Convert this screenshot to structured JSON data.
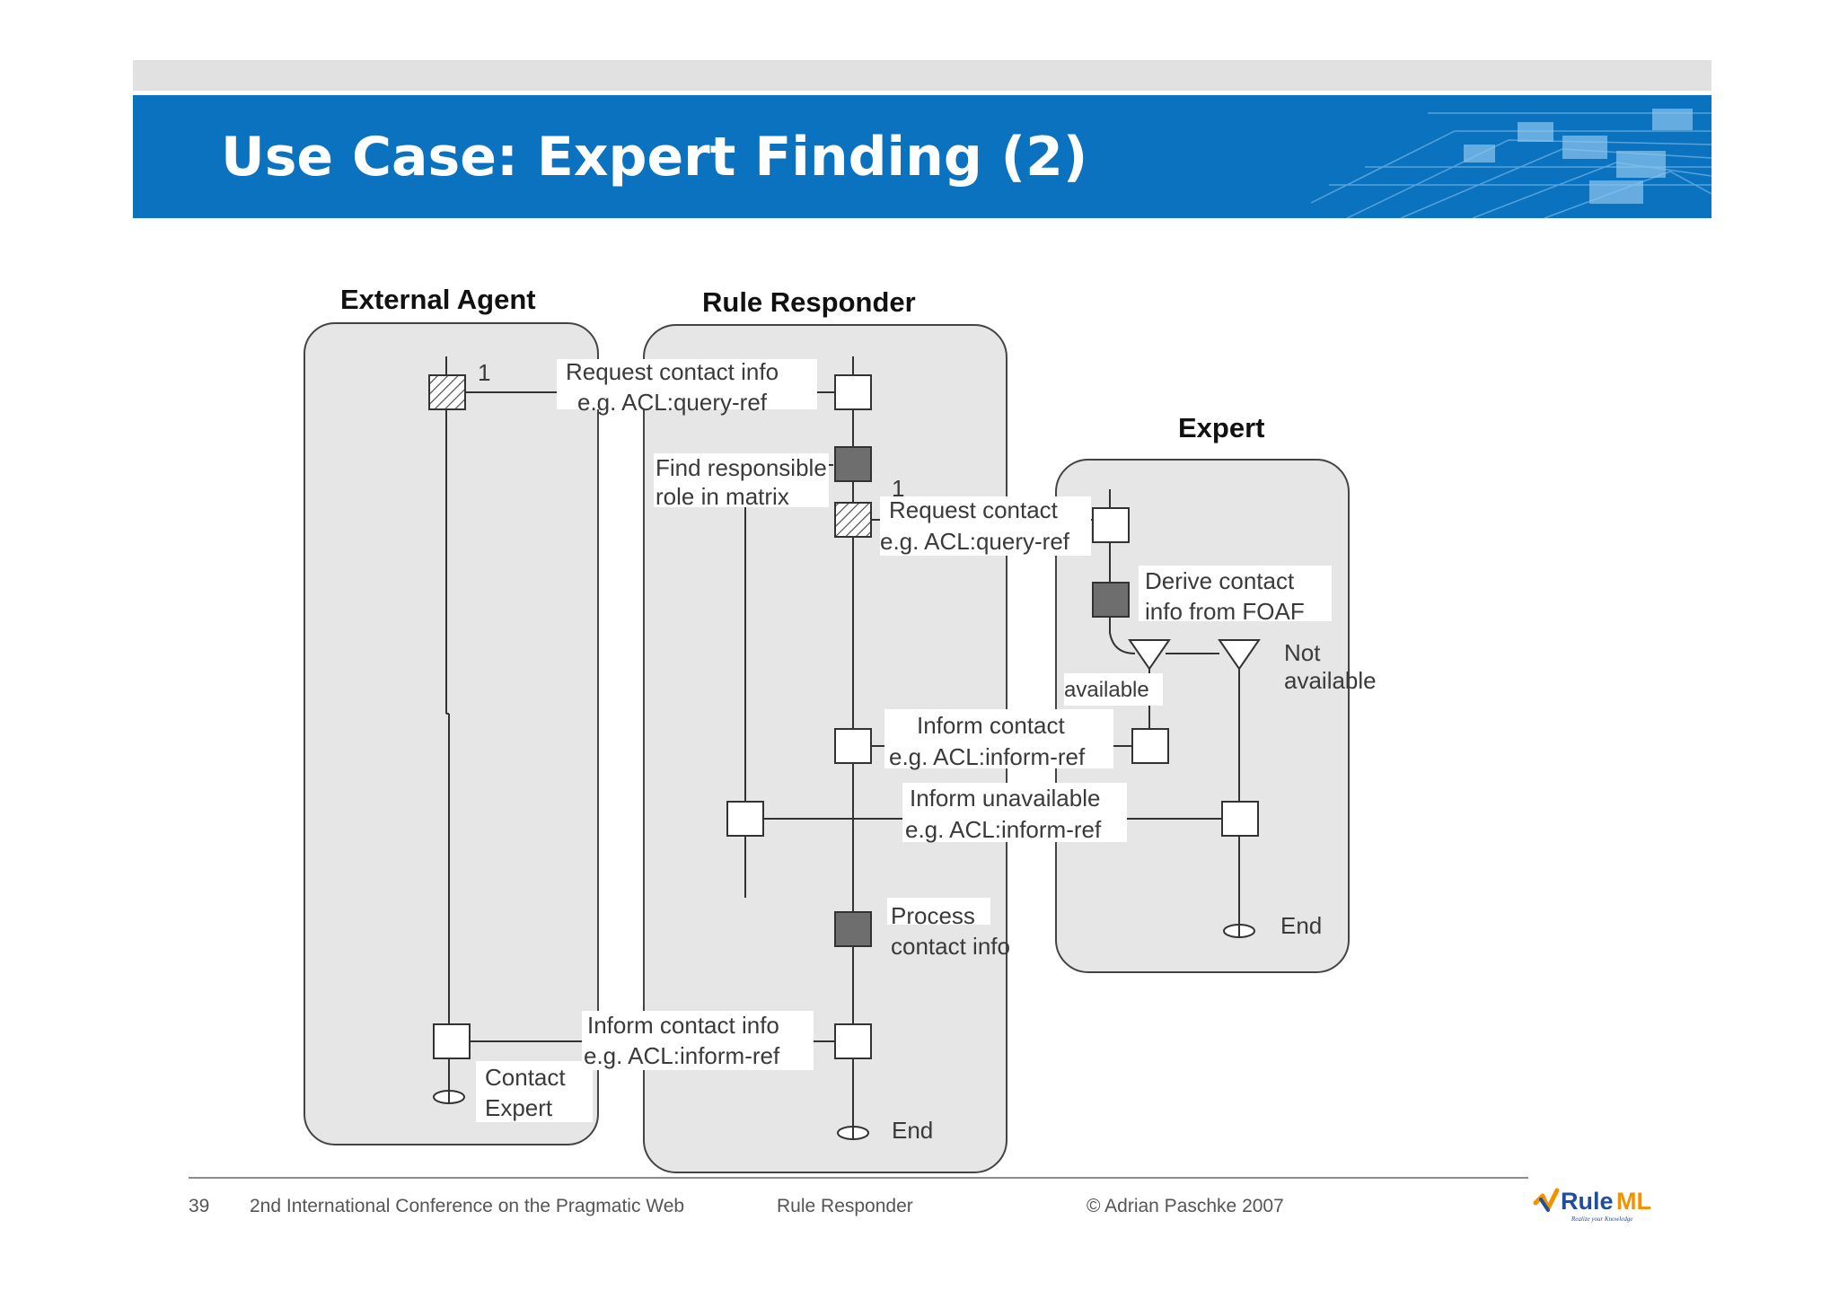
{
  "slide": {
    "title": "Use Case: Expert Finding (2)"
  },
  "lanes": {
    "external_agent": "External Agent",
    "rule_responder": "Rule Responder",
    "expert": "Expert"
  },
  "labels": {
    "num_one_a": "1",
    "num_one_b": "1",
    "request_contact_info_l1": "Request contact info",
    "request_contact_info_l2": "e.g. ACL:query-ref",
    "find_responsible_l1": "Find responsible",
    "find_responsible_l2": "role in matrix",
    "request_contact_l1": "Request contact",
    "request_contact_l2": "e.g. ACL:query-ref",
    "derive_contact_l1": "Derive contact",
    "derive_contact_l2": "info from FOAF",
    "not_available_l1": "Not",
    "not_available_l2": "available",
    "available": "available",
    "inform_contact_l1": "Inform contact",
    "inform_contact_l2": "e.g. ACL:inform-ref",
    "inform_unavailable_l1": "Inform unavailable",
    "inform_unavailable_l2": "e.g. ACL:inform-ref",
    "process_contact_l1": "Process",
    "process_contact_l2": "contact info",
    "inform_contact_info_l1": "Inform contact info",
    "inform_contact_info_l2": "e.g. ACL:inform-ref",
    "contact_expert_l1": "Contact",
    "contact_expert_l2": "Expert",
    "end_expert": "End",
    "end_responder": "End"
  },
  "footer": {
    "page_number": "39",
    "conference": "2nd International Conference on the Pragmatic Web",
    "topic": "Rule Responder",
    "copyright": "© Adrian Paschke 2007",
    "logo_text_a": "Rule",
    "logo_text_b": "ML",
    "logo_tagline": "Realize your Knowledge"
  },
  "colors": {
    "header_blue": "#0b72bf",
    "lane_fill": "#e6e6e6",
    "dark_task": "#6e6e6e"
  }
}
